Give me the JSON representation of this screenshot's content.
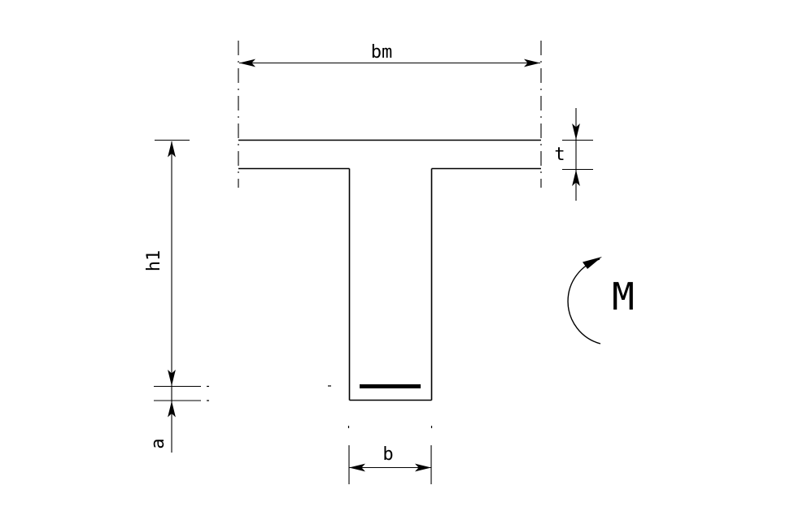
{
  "drawing": {
    "background_color": "#ffffff",
    "line_color": "#000000",
    "labels": {
      "flange_width": "bm",
      "flange_thickness": "t",
      "beam_height": "h1",
      "bottom_cover": "a",
      "web_width": "b",
      "moment": "M"
    }
  }
}
